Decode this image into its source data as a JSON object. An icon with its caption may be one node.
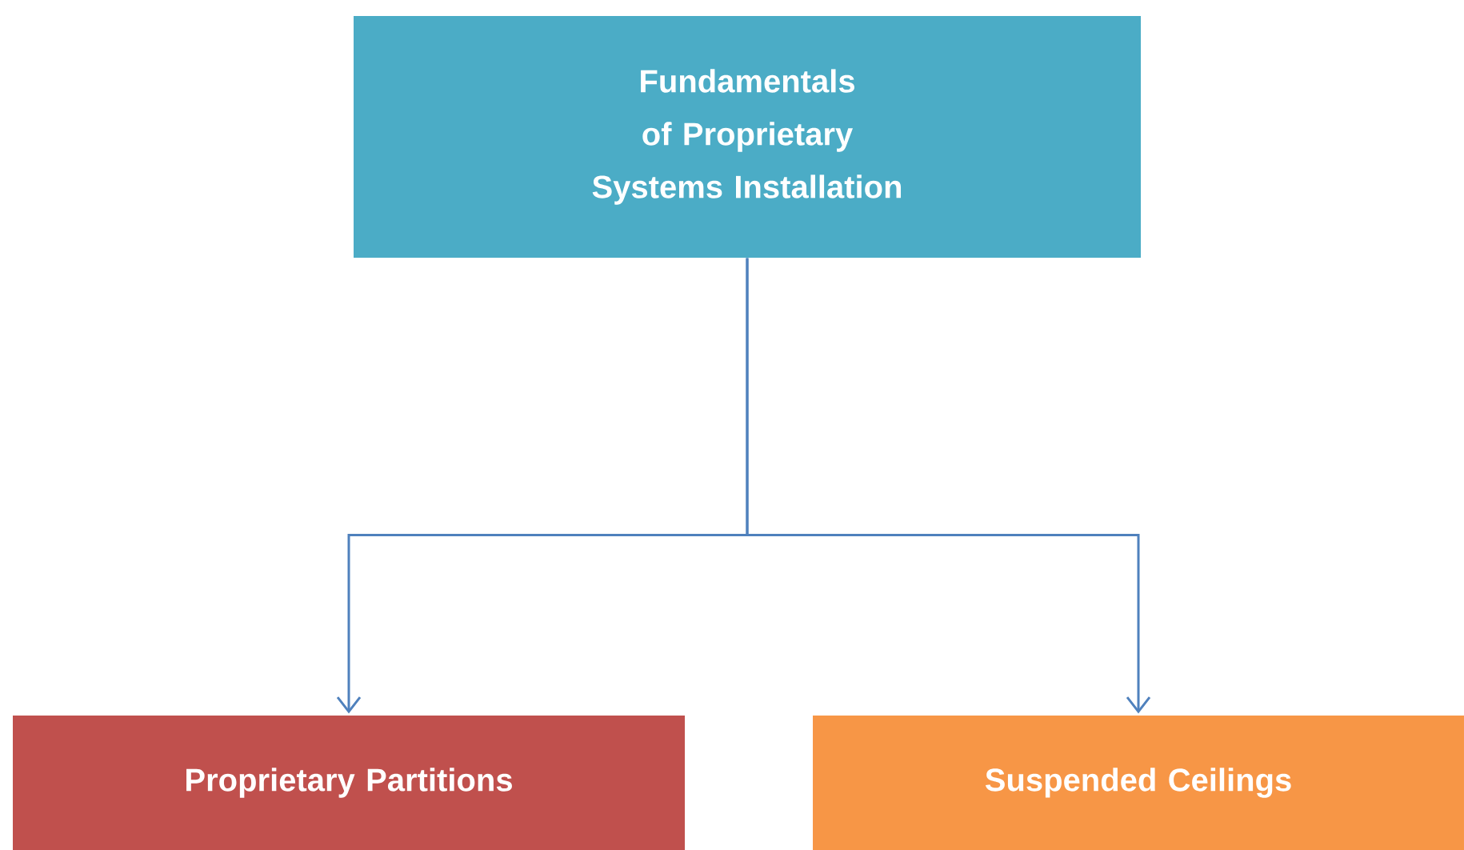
{
  "diagram": {
    "nodes": [
      {
        "text": [
          "Fundamentals of Proprietary Systems Installation"
        ]
      },
      {
        "text": [
          "Proprietary Partitions"
        ]
      },
      {
        "text": [
          "Suspended Ceilings"
        ]
      }
    ],
    "edges": [
      {
        "from": 0,
        "to": 1,
        "arrow": "to"
      },
      {
        "from": 0,
        "to": 2,
        "arrow": "to"
      }
    ]
  }
}
